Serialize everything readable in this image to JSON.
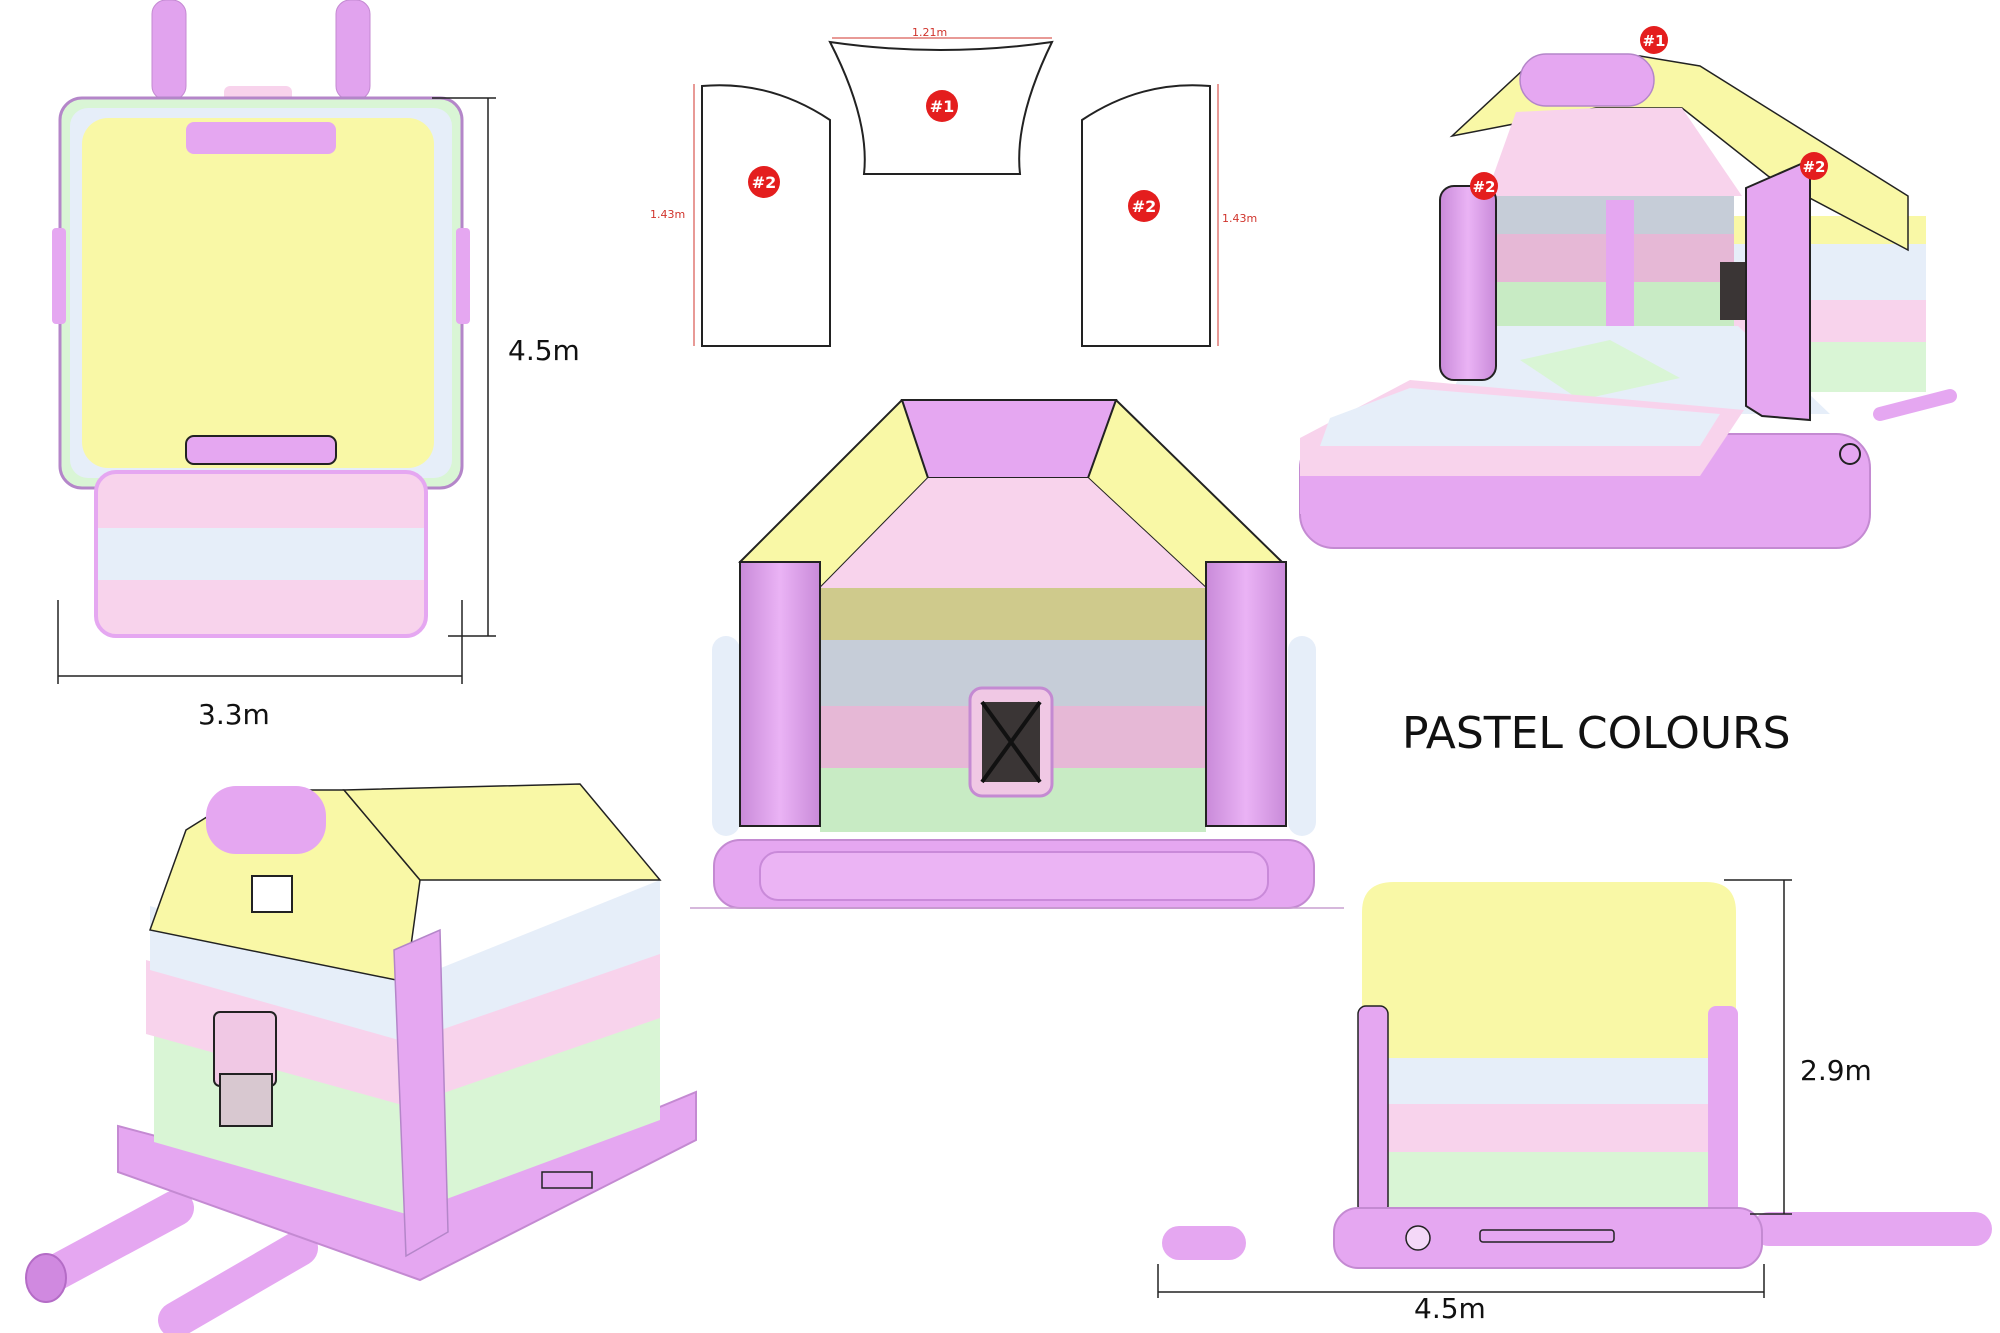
{
  "heading": "PASTEL COLOURS",
  "dimensions": {
    "top_view_length": "4.5m",
    "top_view_width": "3.3m",
    "side_height": "2.9m",
    "side_length": "4.5m"
  },
  "panels": {
    "top_panel_width": "1.21m",
    "side_panel_height_left": "1.43m",
    "side_panel_height_right": "1.43m",
    "top_panel_marker": "#1",
    "side_panel_marker": "#2"
  },
  "markers": {
    "roof_top": "#1",
    "roof_left": "#2",
    "roof_right": "#2"
  },
  "colors": {
    "lilac": "#e5a7f1",
    "yellow": "#f9f8a6",
    "blue": "#e6eef9",
    "pink": "#f8d3ec",
    "green": "#d9f5d5",
    "marker_red": "#e41e1e"
  }
}
